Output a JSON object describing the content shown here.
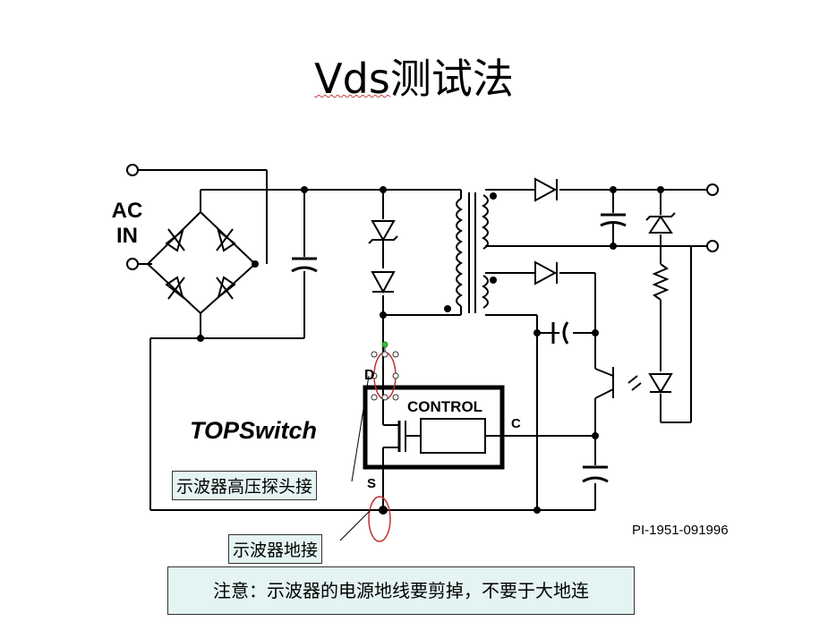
{
  "title": {
    "prefix": "Vds",
    "rest": "测试法"
  },
  "diagram": {
    "ac_label_line1": "AC",
    "ac_label_line2": "IN",
    "topswitch_label": "TOPSwitch",
    "control_label": "CONTROL",
    "pin_d": "D",
    "pin_s": "S",
    "pin_c": "C",
    "part_number": "PI-1951-091996"
  },
  "notes": {
    "probe_connection": "示波器高压探头接",
    "ground_connection": "示波器地接",
    "warning": "注意：示波器的电源地线要剪掉，不要于大地连"
  }
}
